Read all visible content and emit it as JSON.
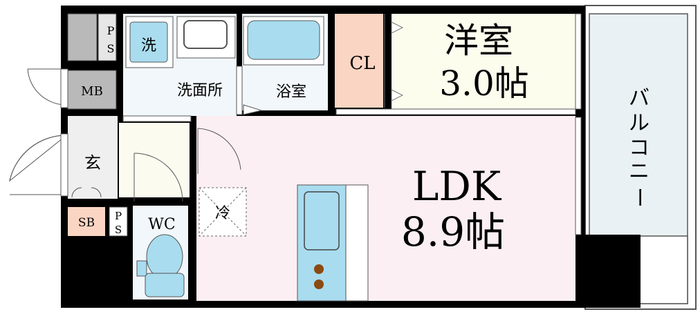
{
  "labels": {
    "ps_top": [
      "P",
      "S"
    ],
    "ps_bottom": [
      "P",
      "S"
    ],
    "mb": "MB",
    "sen": "洗",
    "washroom": "洗面所",
    "bath": "浴室",
    "cl": "CL",
    "western_name": "洋室",
    "western_size": "3.0帖",
    "balcony": [
      "バ",
      "ル",
      "コ",
      "ニ",
      "ー"
    ],
    "entrance": "玄",
    "sb": "SB",
    "wc": "WC",
    "fridge": "冷",
    "ldk_name": "LDK",
    "ldk_size": "8.9帖"
  },
  "colors": {
    "wall": "#000000",
    "ldk_floor": "#fbeff3",
    "western_floor": "#fdfdee",
    "wet_floor": "#f1f7fa",
    "closet_floor": "#fbd5c3",
    "storage_gray": "#b9b9b9",
    "fixture_blue": "#a9dcef",
    "entrance_floor": "#efefef",
    "hall_floor": "#fbfbf0",
    "stove_burner": "#8a4a10"
  }
}
